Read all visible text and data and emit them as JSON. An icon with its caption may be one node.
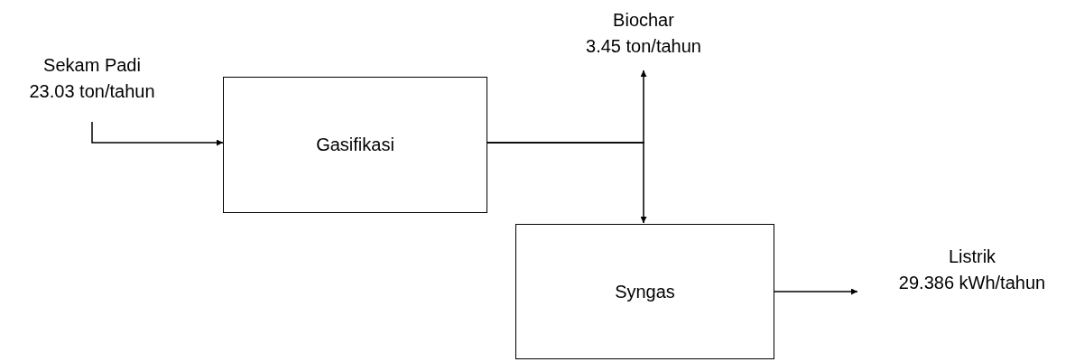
{
  "diagram": {
    "nodes": [
      {
        "text": [
          "Sekam Padi",
          "23.03 ton/tahun"
        ]
      },
      {
        "text": [
          "Gasifikasi"
        ]
      },
      {
        "text": [
          "Biochar",
          "3.45 ton/tahun"
        ]
      },
      {
        "text": [
          "Syngas"
        ]
      },
      {
        "text": [
          "Listrik",
          "29.386 kWh/tahun"
        ]
      }
    ],
    "edges": [
      {
        "from": 0,
        "to": 1,
        "arrow": "to"
      },
      {
        "from": 1,
        "to": 2,
        "arrow": "to"
      },
      {
        "from": 1,
        "to": 3,
        "arrow": "to"
      },
      {
        "from": 3,
        "to": 4,
        "arrow": "to"
      }
    ]
  }
}
